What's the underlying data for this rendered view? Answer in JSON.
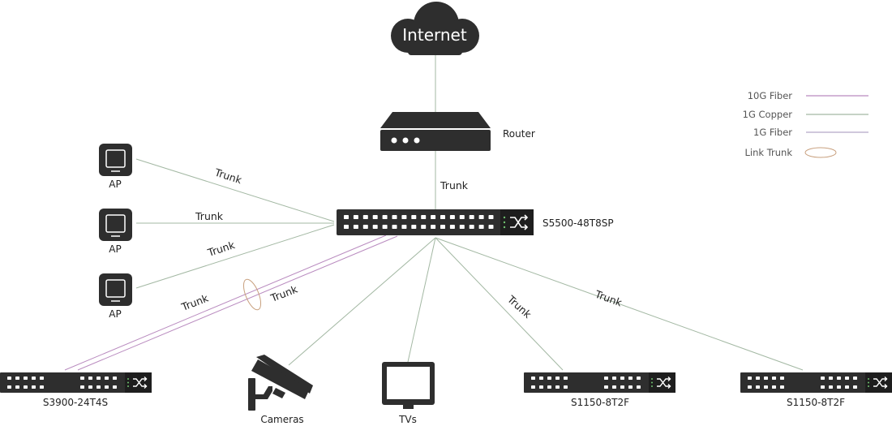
{
  "colors": {
    "device": "#2e2e2e",
    "fiber10g": "#b98bbf",
    "copper1g": "#a3b8a3",
    "fiber1g": "#b3a8c6",
    "linktrunk": "#c8a07e"
  },
  "internet": {
    "label": "Internet",
    "icon": "cloud-icon"
  },
  "router": {
    "label": "Router",
    "icon": "router-icon"
  },
  "core_switch": {
    "label": "S5500-48T8SP",
    "icon": "switch-icon"
  },
  "aps": [
    {
      "label": "AP",
      "icon": "access-point-icon"
    },
    {
      "label": "AP",
      "icon": "access-point-icon"
    },
    {
      "label": "AP",
      "icon": "access-point-icon"
    }
  ],
  "access_switches": [
    {
      "label": "S3900-24T4S",
      "icon": "switch-icon"
    },
    {
      "label": "S1150-8T2F",
      "icon": "switch-icon"
    },
    {
      "label": "S1150-8T2F",
      "icon": "switch-icon"
    }
  ],
  "endpoints": {
    "cameras": {
      "label": "Cameras",
      "icon": "camera-icon"
    },
    "tvs": {
      "label": "TVs",
      "icon": "tv-icon"
    }
  },
  "links": {
    "router_core": "Trunk",
    "ap1": "Trunk",
    "ap2": "Trunk",
    "ap3": "Trunk",
    "s3900_a": "Trunk",
    "s3900_b": "Trunk",
    "s1150_a": "Trunk",
    "s1150_b": "Trunk"
  },
  "legend": [
    {
      "label": "10G Fiber",
      "kind": "line",
      "color": "#b98bbf"
    },
    {
      "label": "1G Copper",
      "kind": "line",
      "color": "#a3b8a3"
    },
    {
      "label": "1G Fiber",
      "kind": "line",
      "color": "#b3a8c6"
    },
    {
      "label": "Link Trunk",
      "kind": "ellipse",
      "color": "#c8a07e"
    }
  ]
}
